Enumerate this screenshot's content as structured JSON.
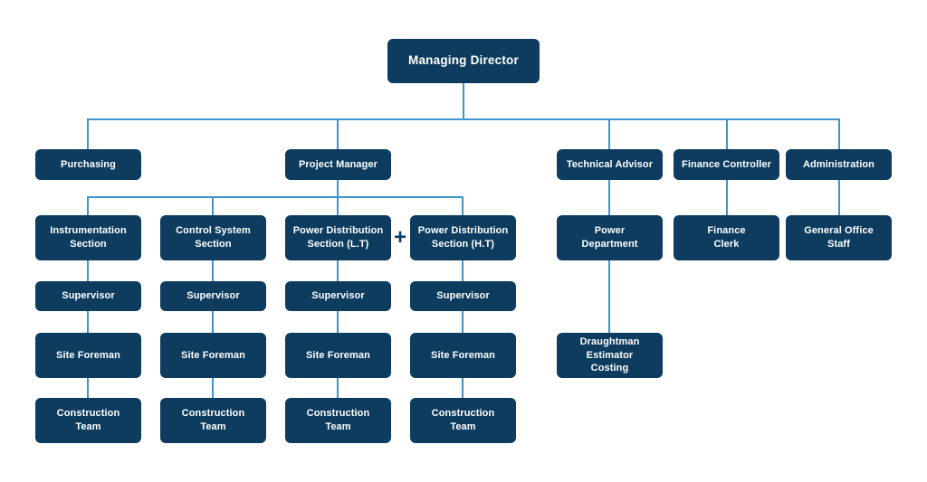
{
  "colors": {
    "background": "#ffffff",
    "box_fill": "#0d3c5f",
    "box_text": "#ffffff",
    "connector": "#3d94cf",
    "plus": "#0d3c5f"
  },
  "diagram": {
    "type": "org-chart",
    "plus_symbol": "+",
    "nodes": [
      {
        "id": "managing-director",
        "label": "Managing Director",
        "parent": null
      },
      {
        "id": "purchasing",
        "label": "Purchasing",
        "parent": "managing-director"
      },
      {
        "id": "project-manager",
        "label": "Project Manager",
        "parent": "managing-director"
      },
      {
        "id": "technical-advisor",
        "label": "Technical Advisor",
        "parent": "managing-director"
      },
      {
        "id": "finance-controller",
        "label": "Finance Controller",
        "parent": "managing-director"
      },
      {
        "id": "administration",
        "label": "Administration",
        "parent": "managing-director"
      },
      {
        "id": "instrumentation-section",
        "label": "Instrumentation\nSection",
        "parent": "project-manager"
      },
      {
        "id": "control-system-section",
        "label": "Control System\nSection",
        "parent": "project-manager"
      },
      {
        "id": "power-distribution-lt",
        "label": "Power Distribution\nSection (L.T)",
        "parent": "project-manager"
      },
      {
        "id": "power-distribution-ht",
        "label": "Power Distribution\nSection (H.T)",
        "parent": "project-manager"
      },
      {
        "id": "power-department",
        "label": "Power\nDepartment",
        "parent": "technical-advisor"
      },
      {
        "id": "finance-clerk",
        "label": "Finance\nClerk",
        "parent": "finance-controller"
      },
      {
        "id": "general-office-staff",
        "label": "General Office\nStaff",
        "parent": "administration"
      },
      {
        "id": "supervisor-1",
        "label": "Supervisor",
        "parent": "instrumentation-section"
      },
      {
        "id": "supervisor-2",
        "label": "Supervisor",
        "parent": "control-system-section"
      },
      {
        "id": "supervisor-3",
        "label": "Supervisor",
        "parent": "power-distribution-lt"
      },
      {
        "id": "supervisor-4",
        "label": "Supervisor",
        "parent": "power-distribution-ht"
      },
      {
        "id": "site-foreman-1",
        "label": "Site Foreman",
        "parent": "supervisor-1"
      },
      {
        "id": "site-foreman-2",
        "label": "Site Foreman",
        "parent": "supervisor-2"
      },
      {
        "id": "site-foreman-3",
        "label": "Site Foreman",
        "parent": "supervisor-3"
      },
      {
        "id": "site-foreman-4",
        "label": "Site Foreman",
        "parent": "supervisor-4"
      },
      {
        "id": "construction-team-1",
        "label": "Construction\nTeam",
        "parent": "site-foreman-1"
      },
      {
        "id": "construction-team-2",
        "label": "Construction\nTeam",
        "parent": "site-foreman-2"
      },
      {
        "id": "construction-team-3",
        "label": "Construction\nTeam",
        "parent": "site-foreman-3"
      },
      {
        "id": "construction-team-4",
        "label": "Construction\nTeam",
        "parent": "site-foreman-4"
      },
      {
        "id": "draughtman-estimator-costing",
        "label": "Draughtman Estimator\nCosting",
        "parent": "power-department"
      }
    ]
  }
}
